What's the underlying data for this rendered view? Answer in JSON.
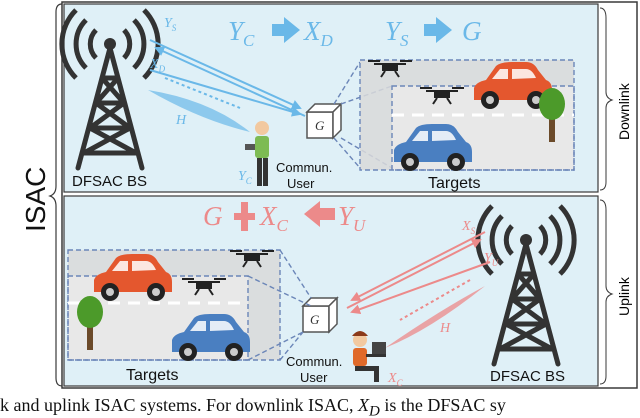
{
  "colors": {
    "downlink_bg": "#dff0f7",
    "uplink_bg": "#dff0f7",
    "downlink_arrow": "#6ab8e8",
    "uplink_arrow": "#ec8a8a",
    "frame": "#3a3a3a",
    "target_box": "#6b86b8",
    "car_orange": "#e4572e",
    "car_blue": "#4a7fc1"
  },
  "side_label": "ISAC",
  "downlink": {
    "side_label": "Downlink",
    "equation_left_a": "Y",
    "equation_left_a_sub": "C",
    "equation_left_b": "X",
    "equation_left_b_sub": "D",
    "equation_right_a": "Y",
    "equation_right_a_sub": "S",
    "equation_right_b": "G",
    "bs_label": "DFSAC BS",
    "user_label_line1": "Commun.",
    "user_label_line2": "User",
    "targets_label": "Targets",
    "beam_ys": "Y",
    "beam_ys_sub": "S",
    "beam_xd": "X",
    "beam_xd_sub": "D",
    "beam_h": "H",
    "beam_yc": "Y",
    "beam_yc_sub": "C",
    "cube_label": "G"
  },
  "uplink": {
    "side_label": "Uplink",
    "equation_a": "G",
    "equation_b": "X",
    "equation_b_sub": "C",
    "equation_c": "Y",
    "equation_c_sub": "U",
    "bs_label": "DFSAC BS",
    "user_label_line1": "Commun.",
    "user_label_line2": "User",
    "targets_label": "Targets",
    "beam_xs": "X",
    "beam_xs_sub": "S",
    "beam_yu": "Y",
    "beam_yu_sub": "U",
    "beam_h": "H",
    "beam_xc": "X",
    "beam_xc_sub": "C",
    "cube_label": "G"
  },
  "caption": {
    "prefix": "k and uplink ISAC systems. For downlink ISAC, ",
    "var": "X",
    "var_sub": "D",
    "suffix": " is the DFSAC sy"
  }
}
